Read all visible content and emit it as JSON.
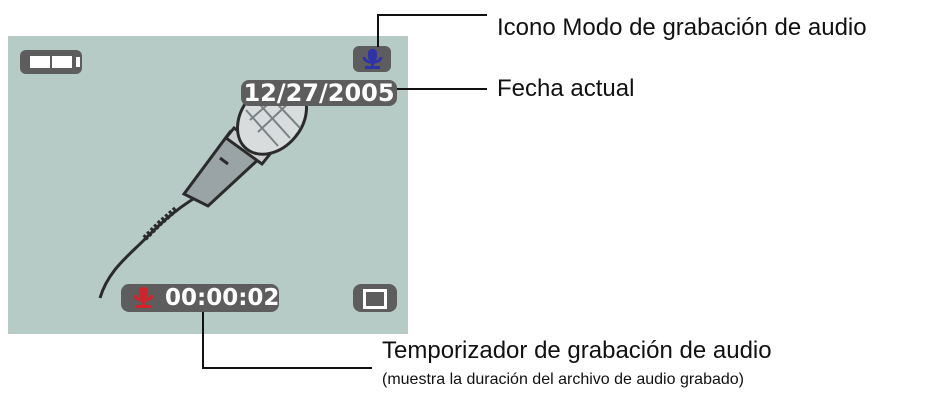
{
  "screen": {
    "date": "12/27/2005",
    "timer": "00:00:02",
    "icons": {
      "battery": "battery-full-icon",
      "mode": "microphone-icon",
      "timer": "microphone-icon",
      "stop": "stop-icon",
      "illustration": "microphone-illustration"
    },
    "colors": {
      "screen_bg": "#b6cbc5",
      "badge_bg": "#5d5d5d",
      "mode_icon": "#2f33a8",
      "timer_icon": "#d2232a"
    }
  },
  "callouts": {
    "mode": "Icono Modo de grabación de audio",
    "date": "Fecha actual",
    "timer": "Temporizador de grabación de audio",
    "timer_note": "(muestra la duración del archivo de audio grabado)"
  }
}
